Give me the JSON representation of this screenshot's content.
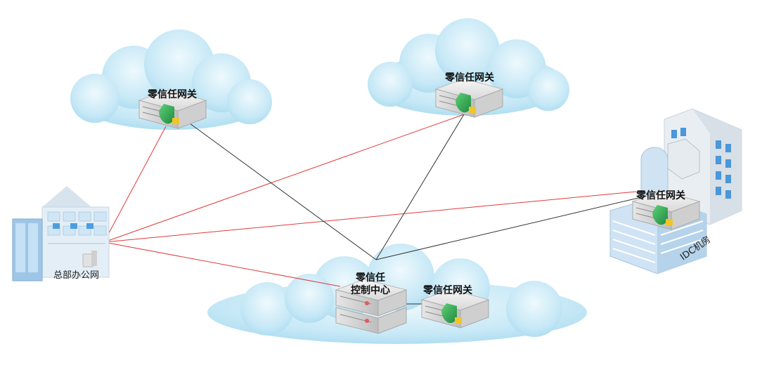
{
  "nodes": {
    "gateway_cloud_left": {
      "label": "零信任网关"
    },
    "gateway_cloud_right": {
      "label": "零信任网关"
    },
    "gateway_idc": {
      "label": "零信任网关"
    },
    "gateway_bottom": {
      "label": "零信任网关"
    },
    "control_center": {
      "label_line1": "零信任",
      "label_line2": "控制中心"
    },
    "hq_office": {
      "label": "总部办公网"
    },
    "idc": {
      "label": "IDC机房"
    }
  },
  "colors": {
    "red_link": "#e03a3a",
    "black_link": "#333333",
    "cloud": "#bfe6f5",
    "shield": "#2ea84a",
    "lock": "#f0c52a"
  }
}
